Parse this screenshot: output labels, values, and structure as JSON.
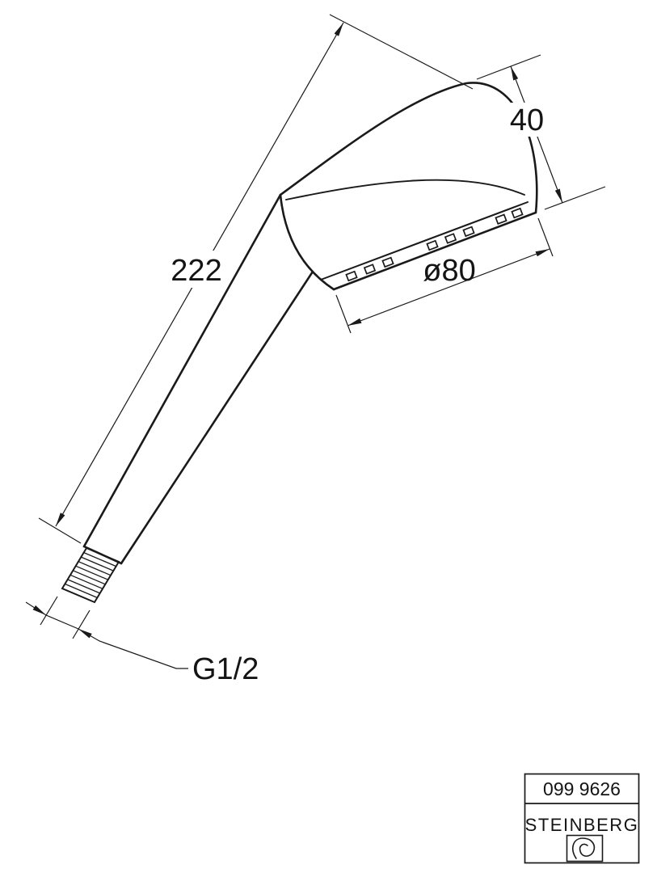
{
  "drawing": {
    "labels": {
      "overall_length": "222",
      "head_height": "40",
      "head_diameter": "ø80",
      "connection_thread": "G1/2"
    },
    "title_block": {
      "article_number": "099 9626",
      "brand": "STEINBERG"
    },
    "colors": {
      "line": "#1a1a1a",
      "background": "#ffffff"
    }
  }
}
